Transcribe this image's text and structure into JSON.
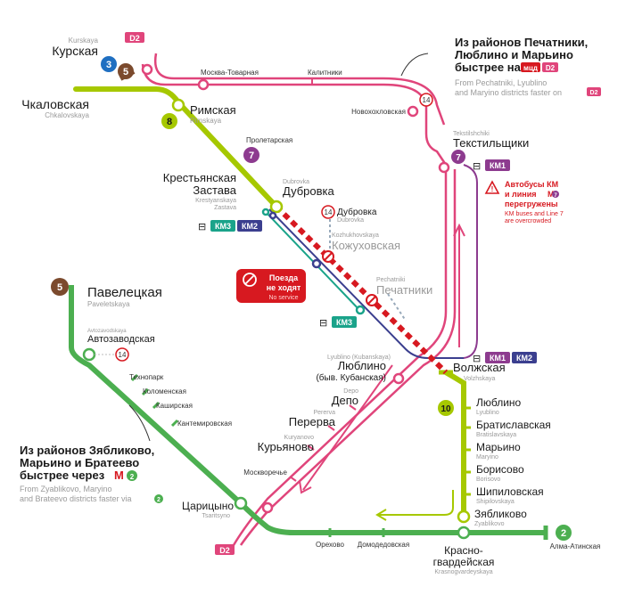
{
  "colors": {
    "line_green": "#4caf50",
    "line_lime": "#a6c800",
    "line_brown": "#7b4a2d",
    "line_purple": "#8d3b8f",
    "line_blue": "#1f6fc1",
    "d2_pink": "#e0457b",
    "mcd_red": "#d71920",
    "bus_teal": "#1aa38a",
    "bus_navy": "#3b3f8f",
    "closed_red": "#d71920"
  },
  "stations": {
    "kurskaya": {
      "ru": "Курская",
      "en": "Kurskaya"
    },
    "chkalovskaya": {
      "ru": "Чкаловская",
      "en": "Chkalovskaya"
    },
    "rimskaya": {
      "ru": "Римская",
      "en": "Rimskaya"
    },
    "moskva_tovarnaya": {
      "ru": "Москва-Товарная"
    },
    "kalitniki": {
      "ru": "Калитники"
    },
    "novokhokhlovskaya": {
      "ru": "Новохохловская"
    },
    "proletarskaya": {
      "ru": "Пролетарская"
    },
    "krestyanskaya": {
      "ru1": "Крестьянская",
      "ru2": "Застава",
      "en1": "Krestyanskaya",
      "en2": "Zastava"
    },
    "dubrovka": {
      "ru": "Дубровка",
      "en": "Dubrovka"
    },
    "dubrovka14": {
      "ru": "Дубровка",
      "en": "Dubrovka"
    },
    "kozhukhovskaya": {
      "ru": "Кожуховская",
      "en": "Kozhukhovskaya"
    },
    "pechatniki": {
      "ru": "Печатники",
      "en": "Pechatniki"
    },
    "tekstilshchiki": {
      "ru": "Текстильщики",
      "en": "Tekstilshchiki"
    },
    "paveletskaya": {
      "ru": "Павелецкая",
      "en": "Paveletskaya"
    },
    "avtozavodskaya": {
      "ru": "Автозаводская",
      "en": "Avtozavodskaya"
    },
    "tekhnopark": {
      "ru": "Технопарк"
    },
    "kolomenskaya": {
      "ru": "Коломенская"
    },
    "kashirskaya": {
      "ru": "Каширская"
    },
    "kantemirovskaya": {
      "ru": "Кантемировская"
    },
    "lyublino_kub": {
      "ru1": "Люблино",
      "ru2": "(быв. Кубанская)",
      "en": "Lyublino (Kubanskaya)"
    },
    "depo": {
      "ru": "Депо",
      "en": "Depo"
    },
    "pererva": {
      "ru": "Перерва",
      "en": "Pererva"
    },
    "kuryanovo": {
      "ru": "Курьяново",
      "en": "Kuryanovo"
    },
    "moskvorechye": {
      "ru": "Москворечье"
    },
    "tsaritsyno": {
      "ru": "Царицыно",
      "en": "Tsaritsyno"
    },
    "volzhskaya": {
      "ru": "Волжская",
      "en": "Volzhskaya"
    },
    "lyublino": {
      "ru": "Люблино",
      "en": "Lyublino"
    },
    "bratislavskaya": {
      "ru": "Братиславская",
      "en": "Bratislavskaya"
    },
    "maryino": {
      "ru": "Марьино",
      "en": "Maryino"
    },
    "borisovo": {
      "ru": "Борисово",
      "en": "Borisovo"
    },
    "shipilovskaya": {
      "ru": "Шипиловская",
      "en": "Shipilovskaya"
    },
    "zyablikovo": {
      "ru": "Зябликово",
      "en": "Zyablikovo"
    },
    "krasnogvardeyskaya": {
      "ru1": "Красно-",
      "ru2": "гвардейская",
      "en": "Krasnogvardeyskaya"
    },
    "orekhovo": {
      "ru": "Орехово"
    },
    "domodedovskaya": {
      "ru": "Домодедовская"
    },
    "alma_atinskaya": {
      "ru": "Алма-Атинская"
    }
  },
  "line_numbers": {
    "l2": "2",
    "l3": "3",
    "l5": "5",
    "l7": "7",
    "l8": "8",
    "l10": "10",
    "l14": "14",
    "d2": "D2",
    "m": "М"
  },
  "bus": {
    "km1": "КМ1",
    "km2": "КМ2",
    "km3": "КМ3"
  },
  "notes": {
    "top_right": {
      "ru1": "Из районов Печатники,",
      "ru2": "Люблино и Марьино",
      "ru3": "быстрее на",
      "mcd": "мцд",
      "en1": "From Pechatniki, Lyublino",
      "en2": "and Maryino districts faster on"
    },
    "bottom_left": {
      "ru1": "Из районов Зябликово,",
      "ru2": "Марьино и Братеево",
      "ru3": "быстрее через",
      "en1": "From Zyablikovo, Maryino",
      "en2": "and Brateevo districts faster via"
    },
    "warning": {
      "ru1": "Автобусы КМ",
      "ru2": "и линия",
      "ru3": "перегружены",
      "en1": "KM buses and Line 7",
      "en2": "are overcrowded"
    },
    "no_service": {
      "ru1": "Поезда",
      "ru2": "не ходят",
      "en": "No service"
    }
  }
}
